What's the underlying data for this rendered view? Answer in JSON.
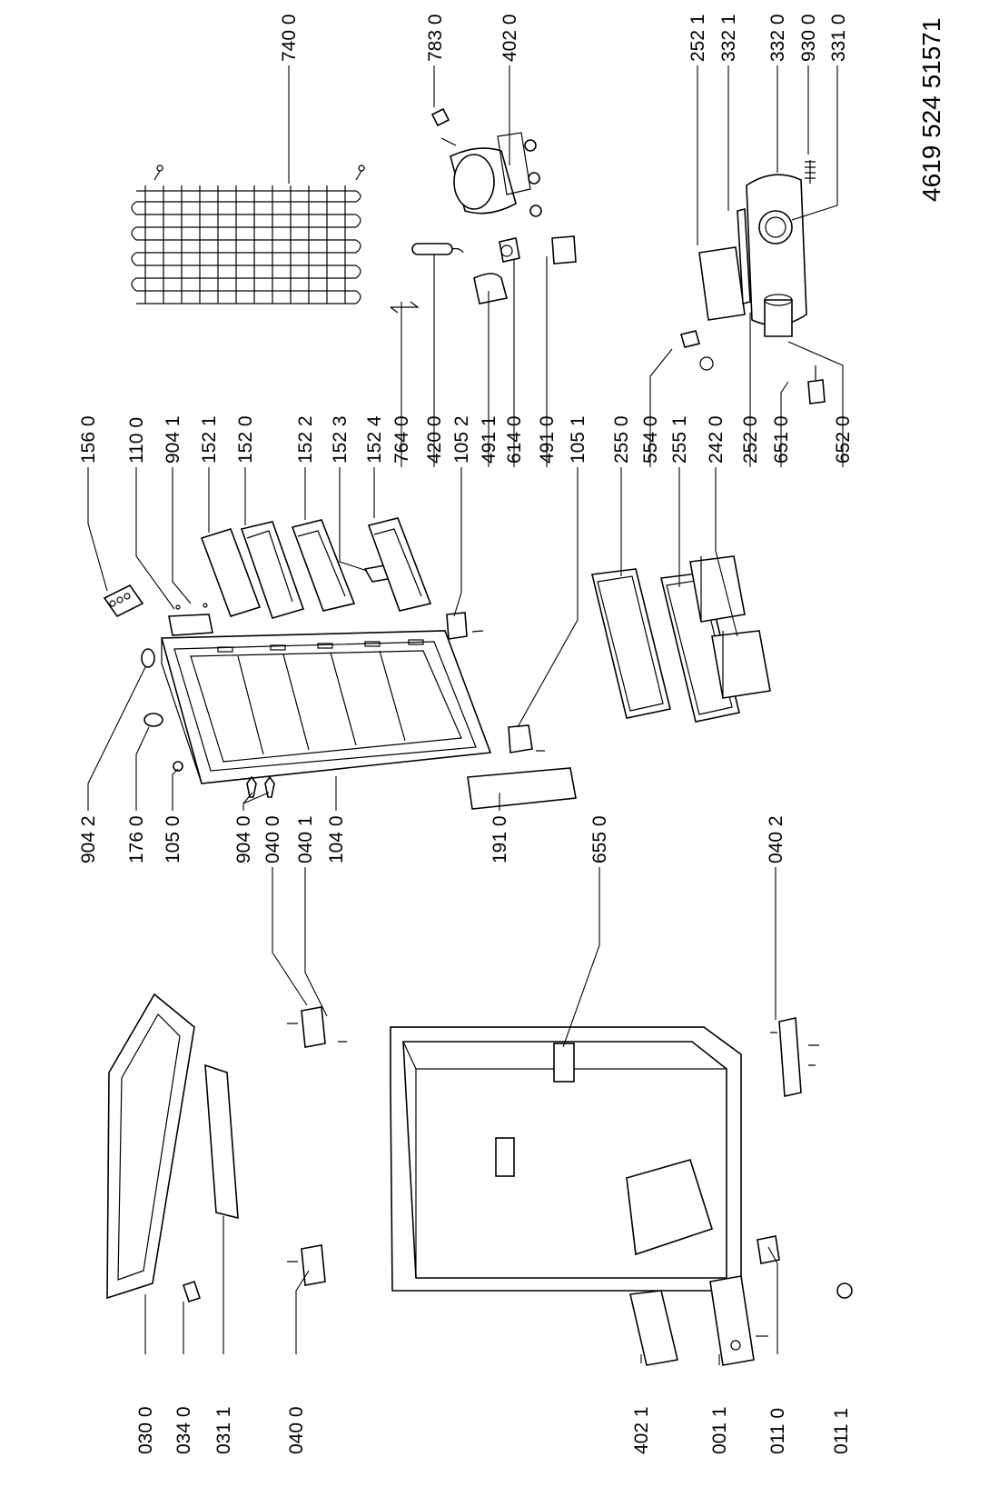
{
  "document_number": "4619 524 51571",
  "labels": [
    "740 0",
    "783 0",
    "402 0",
    "252 1",
    "332 1",
    "332 0",
    "930 0",
    "331 0",
    "156 0",
    "110 0",
    "904 1",
    "152 1",
    "152 0",
    "152 2",
    "152 3",
    "152 4",
    "764 0",
    "420 0",
    "105 2",
    "491 1",
    "614 0",
    "491 0",
    "105 1",
    "255 0",
    "554 0",
    "255 1",
    "242 0",
    "252 0",
    "651 0",
    "652 0",
    "904 2",
    "176 0",
    "105 0",
    "904 0",
    "040 0",
    "040 1",
    "104 0",
    "191 0",
    "655 0",
    "040 2",
    "030 0",
    "034 0",
    "031 1",
    "040 0",
    "402 1",
    "001 1",
    "011 0",
    "011 1"
  ]
}
